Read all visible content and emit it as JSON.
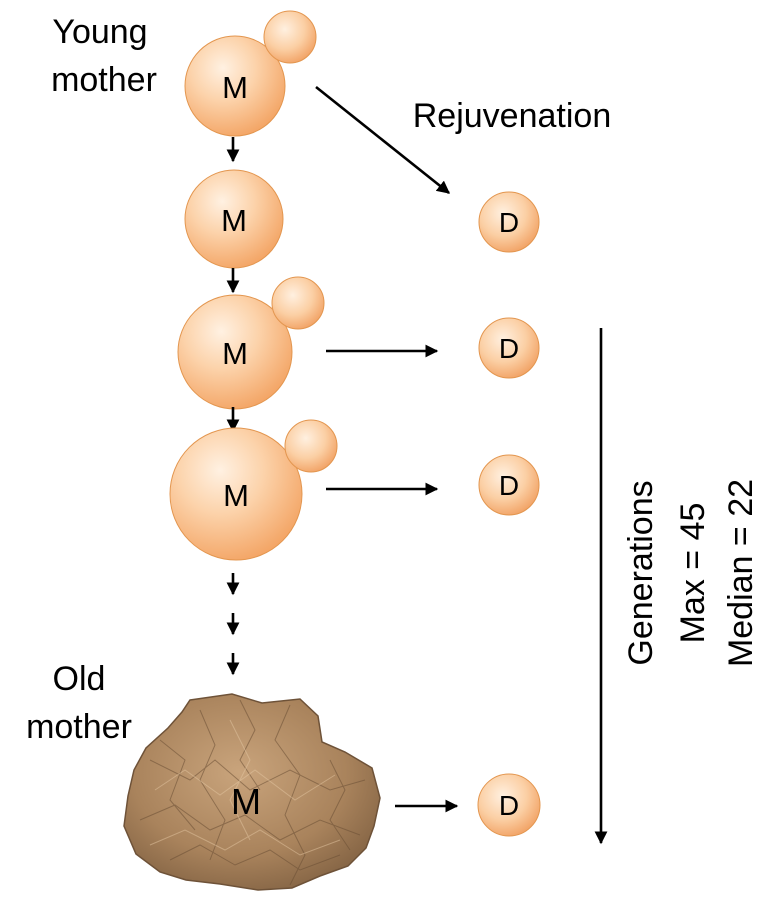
{
  "labels": {
    "young_mother_line1": "Young",
    "young_mother_line2": "mother",
    "old_mother_line1": "Old",
    "old_mother_line2": "mother",
    "rejuvenation": "Rejuvenation",
    "generations": "Generations",
    "max": "Max = 45",
    "median": "Median = 22"
  },
  "cells": {
    "mother_letter": "M",
    "daughter_letter": "D"
  },
  "colors": {
    "cell_fill_light": "#fde0c4",
    "cell_fill_dark": "#f5a76b",
    "cell_stroke": "#e08d4b",
    "old_cell_fill": "#b08a63",
    "text": "#000000"
  }
}
